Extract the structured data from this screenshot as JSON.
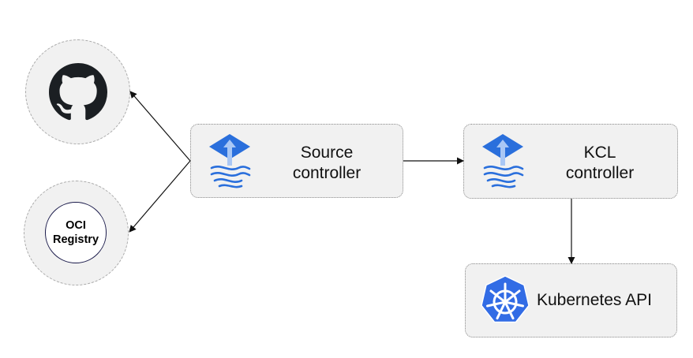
{
  "nodes": {
    "github": {
      "icon": "github-icon"
    },
    "oci_registry": {
      "line1": "OCI",
      "line2": "Registry"
    },
    "source_controller": {
      "line1": "Source",
      "line2": "controller",
      "icon": "flux-icon"
    },
    "kcl_controller": {
      "line1": "KCL",
      "line2": "controller",
      "icon": "flux-icon"
    },
    "kubernetes_api": {
      "label": "Kubernetes API",
      "icon": "kubernetes-helm-icon"
    }
  },
  "colors": {
    "flux_blue": "#2a6fdc",
    "flux_light_blue": "#a9c7f5",
    "kubernetes_blue": "#326ce5",
    "github_black": "#1b1f23"
  }
}
